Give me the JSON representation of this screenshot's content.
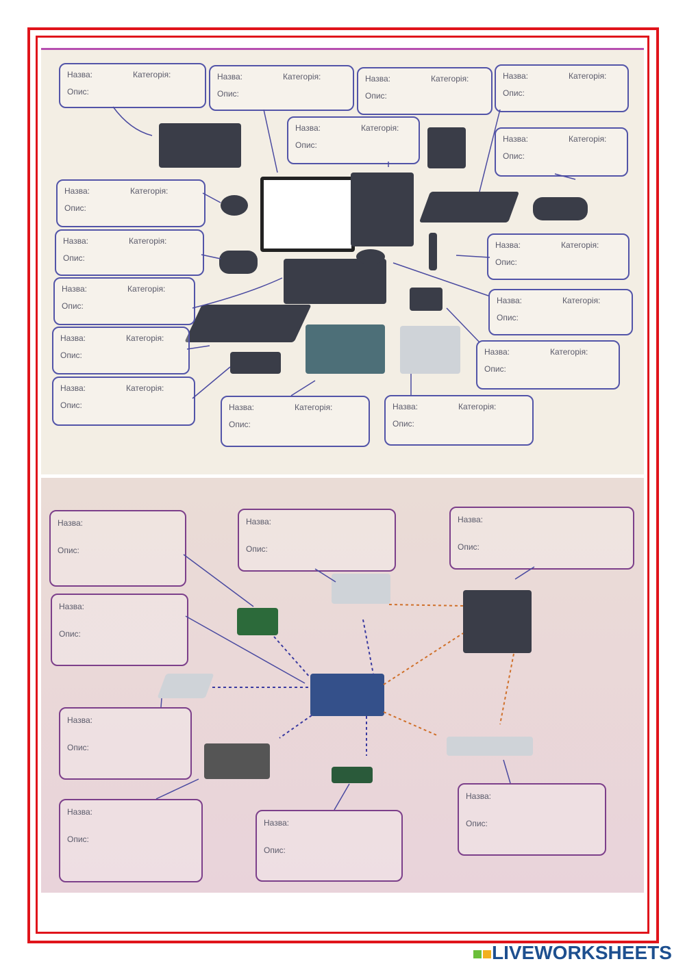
{
  "labels": {
    "name": "Назва:",
    "category": "Категорія:",
    "description": "Опис:"
  },
  "brand": {
    "logo_text": "LIVEWORKSHEETS",
    "accent": "#e0141b"
  }
}
